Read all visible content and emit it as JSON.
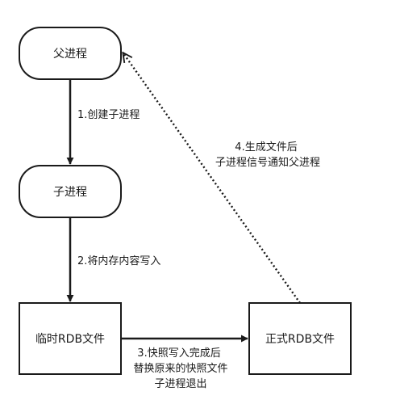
{
  "nodes": {
    "parent_process": "父进程",
    "child_process": "子进程",
    "temp_rdb_file": "临时RDB文件",
    "final_rdb_file": "正式RDB文件"
  },
  "edges": {
    "step1": "1.创建子进程",
    "step2": "2.将内存内容写入",
    "step3": [
      "3.快照写入完成后",
      "替换原来的快照文件",
      "子进程退出"
    ],
    "step4": [
      "4.生成文件后",
      "子进程信号通知父进程"
    ]
  },
  "colors": {
    "stroke": "#1a1a1a",
    "fill": "#ffffff",
    "text": "#1a1a1a"
  }
}
